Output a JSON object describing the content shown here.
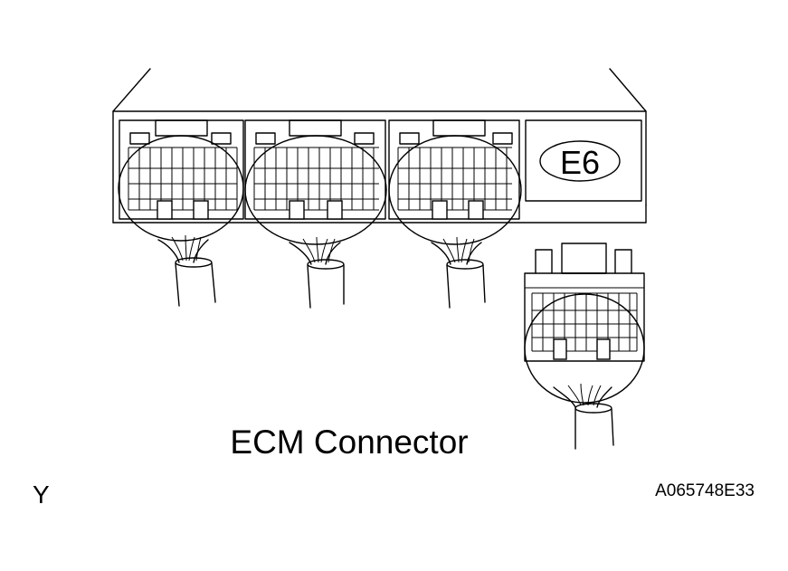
{
  "diagram": {
    "connector_label": "E6",
    "caption": "ECM Connector",
    "corner_mark": "Y",
    "figure_code": "A065748E33"
  },
  "colors": {
    "line": "#000000",
    "background": "#ffffff"
  }
}
